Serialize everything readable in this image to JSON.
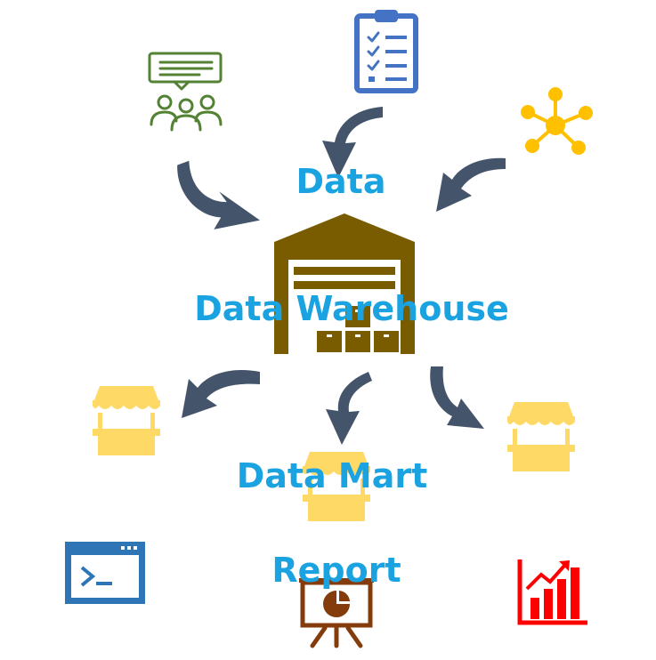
{
  "labels": {
    "data": "Data",
    "warehouse": "Data Warehouse",
    "mart": "Data Mart",
    "report": "Report"
  },
  "colors": {
    "label": "#1aa3e0",
    "arrow": "#44546a",
    "warehouse": "#7a5c00",
    "mart": "#ffd966",
    "meeting": "#548235",
    "checklist": "#4472c4",
    "network": "#ffc000",
    "terminal": "#2e75b6",
    "presentation": "#843c0c",
    "growth_chart": "#ff0000"
  },
  "icons": {
    "meeting": "meeting-icon",
    "checklist": "checklist-icon",
    "network": "network-icon",
    "warehouse": "warehouse-icon",
    "mart": "storefront-icon",
    "terminal": "terminal-icon",
    "presentation": "presentation-icon",
    "growth_chart": "growth-chart-icon"
  }
}
